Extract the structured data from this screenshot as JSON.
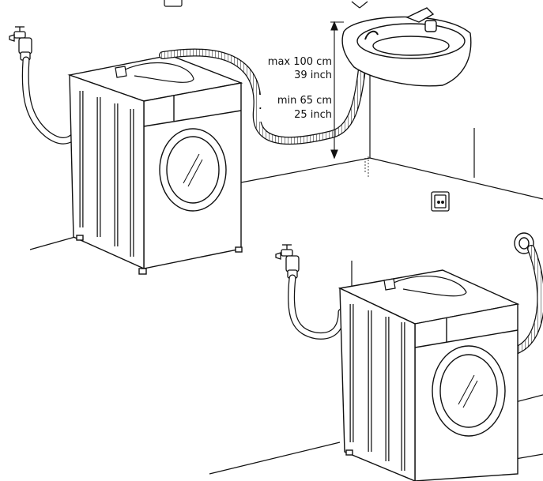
{
  "labels": {
    "max_cm": "max 100 cm",
    "max_inch": "39 inch",
    "min_cm": "min 65 cm",
    "min_inch": "25 inch"
  },
  "icons": {
    "socket": "power-socket-icon",
    "tap": "water-tap-icon",
    "drain": "wall-drain-icon"
  },
  "colors": {
    "line": "#111111",
    "background": "#ffffff",
    "machine_fill": "#ffffff"
  }
}
